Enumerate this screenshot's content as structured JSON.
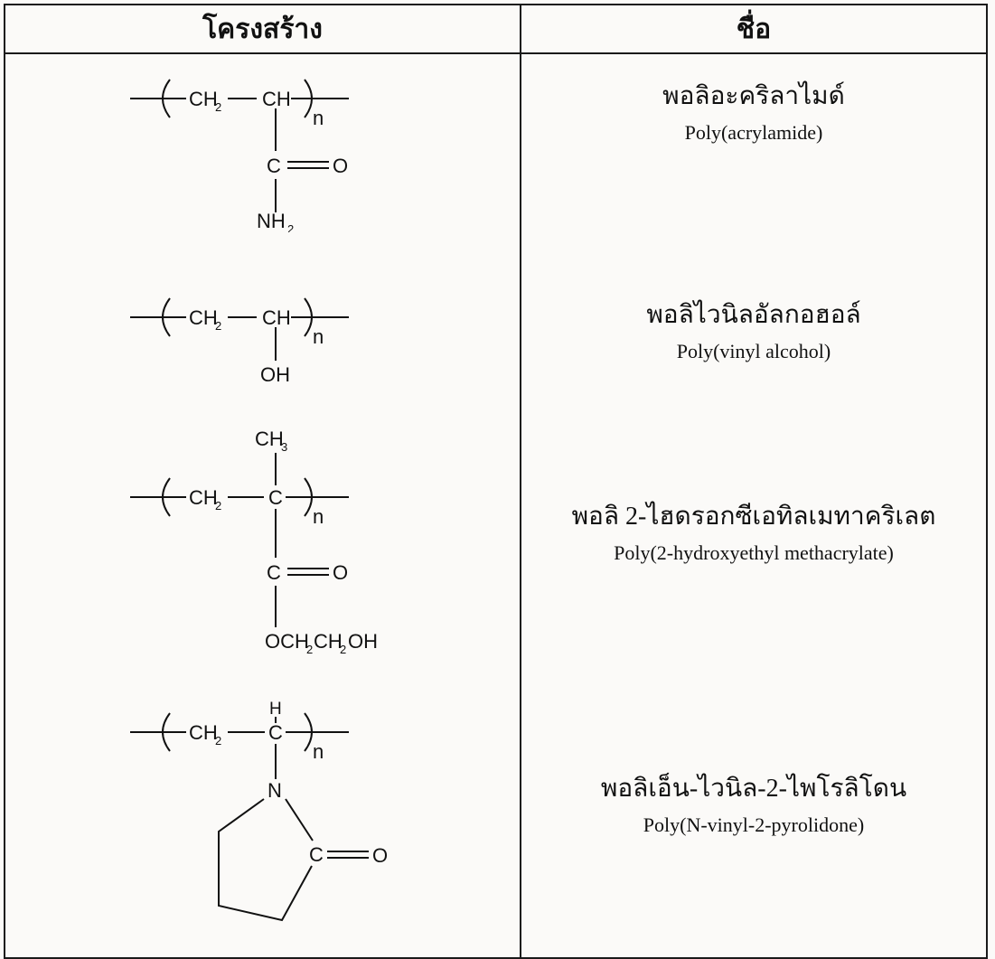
{
  "table": {
    "headers": {
      "structure": "โครงสร้าง",
      "name": "ชื่อ"
    },
    "rows": [
      {
        "thai_name": "พอลิอะคริลาไมด์",
        "english_name": "Poly(acrylamide)",
        "structure": {
          "main1": "CH",
          "main1_sub": "2",
          "main2": "CH",
          "repeat": "n",
          "carbonyl_c": "C",
          "carbonyl_o": "O",
          "amide": "NH",
          "amide_sub": "2"
        }
      },
      {
        "thai_name": "พอลิไวนิลอัลกอฮอล์",
        "english_name": "Poly(vinyl alcohol)",
        "structure": {
          "main1": "CH",
          "main1_sub": "2",
          "main2": "CH",
          "repeat": "n",
          "hydroxyl": "OH"
        }
      },
      {
        "thai_name": "พอลิ 2-ไฮดรอกซีเอทิลเมทาคริเลต",
        "english_name": "Poly(2-hydroxyethyl methacrylate)",
        "structure": {
          "methyl": "CH",
          "methyl_sub": "3",
          "main1": "CH",
          "main1_sub": "2",
          "main2": "C",
          "repeat": "n",
          "carbonyl_c": "C",
          "carbonyl_o": "O",
          "ester_o": "OCH",
          "ester_sub1": "2",
          "ester_ch": "CH",
          "ester_sub2": "2",
          "ester_oh": "OH"
        }
      },
      {
        "thai_name": "พอลิเอ็น-ไวนิล-2-ไพโรลิโดน",
        "english_name": "Poly(N-vinyl-2-pyrolidone)",
        "structure": {
          "top_h": "H",
          "main1": "CH",
          "main1_sub": "2",
          "main2": "C",
          "repeat": "n",
          "ring_n": "N",
          "ring_c": "C",
          "ring_o": "O"
        }
      }
    ]
  }
}
